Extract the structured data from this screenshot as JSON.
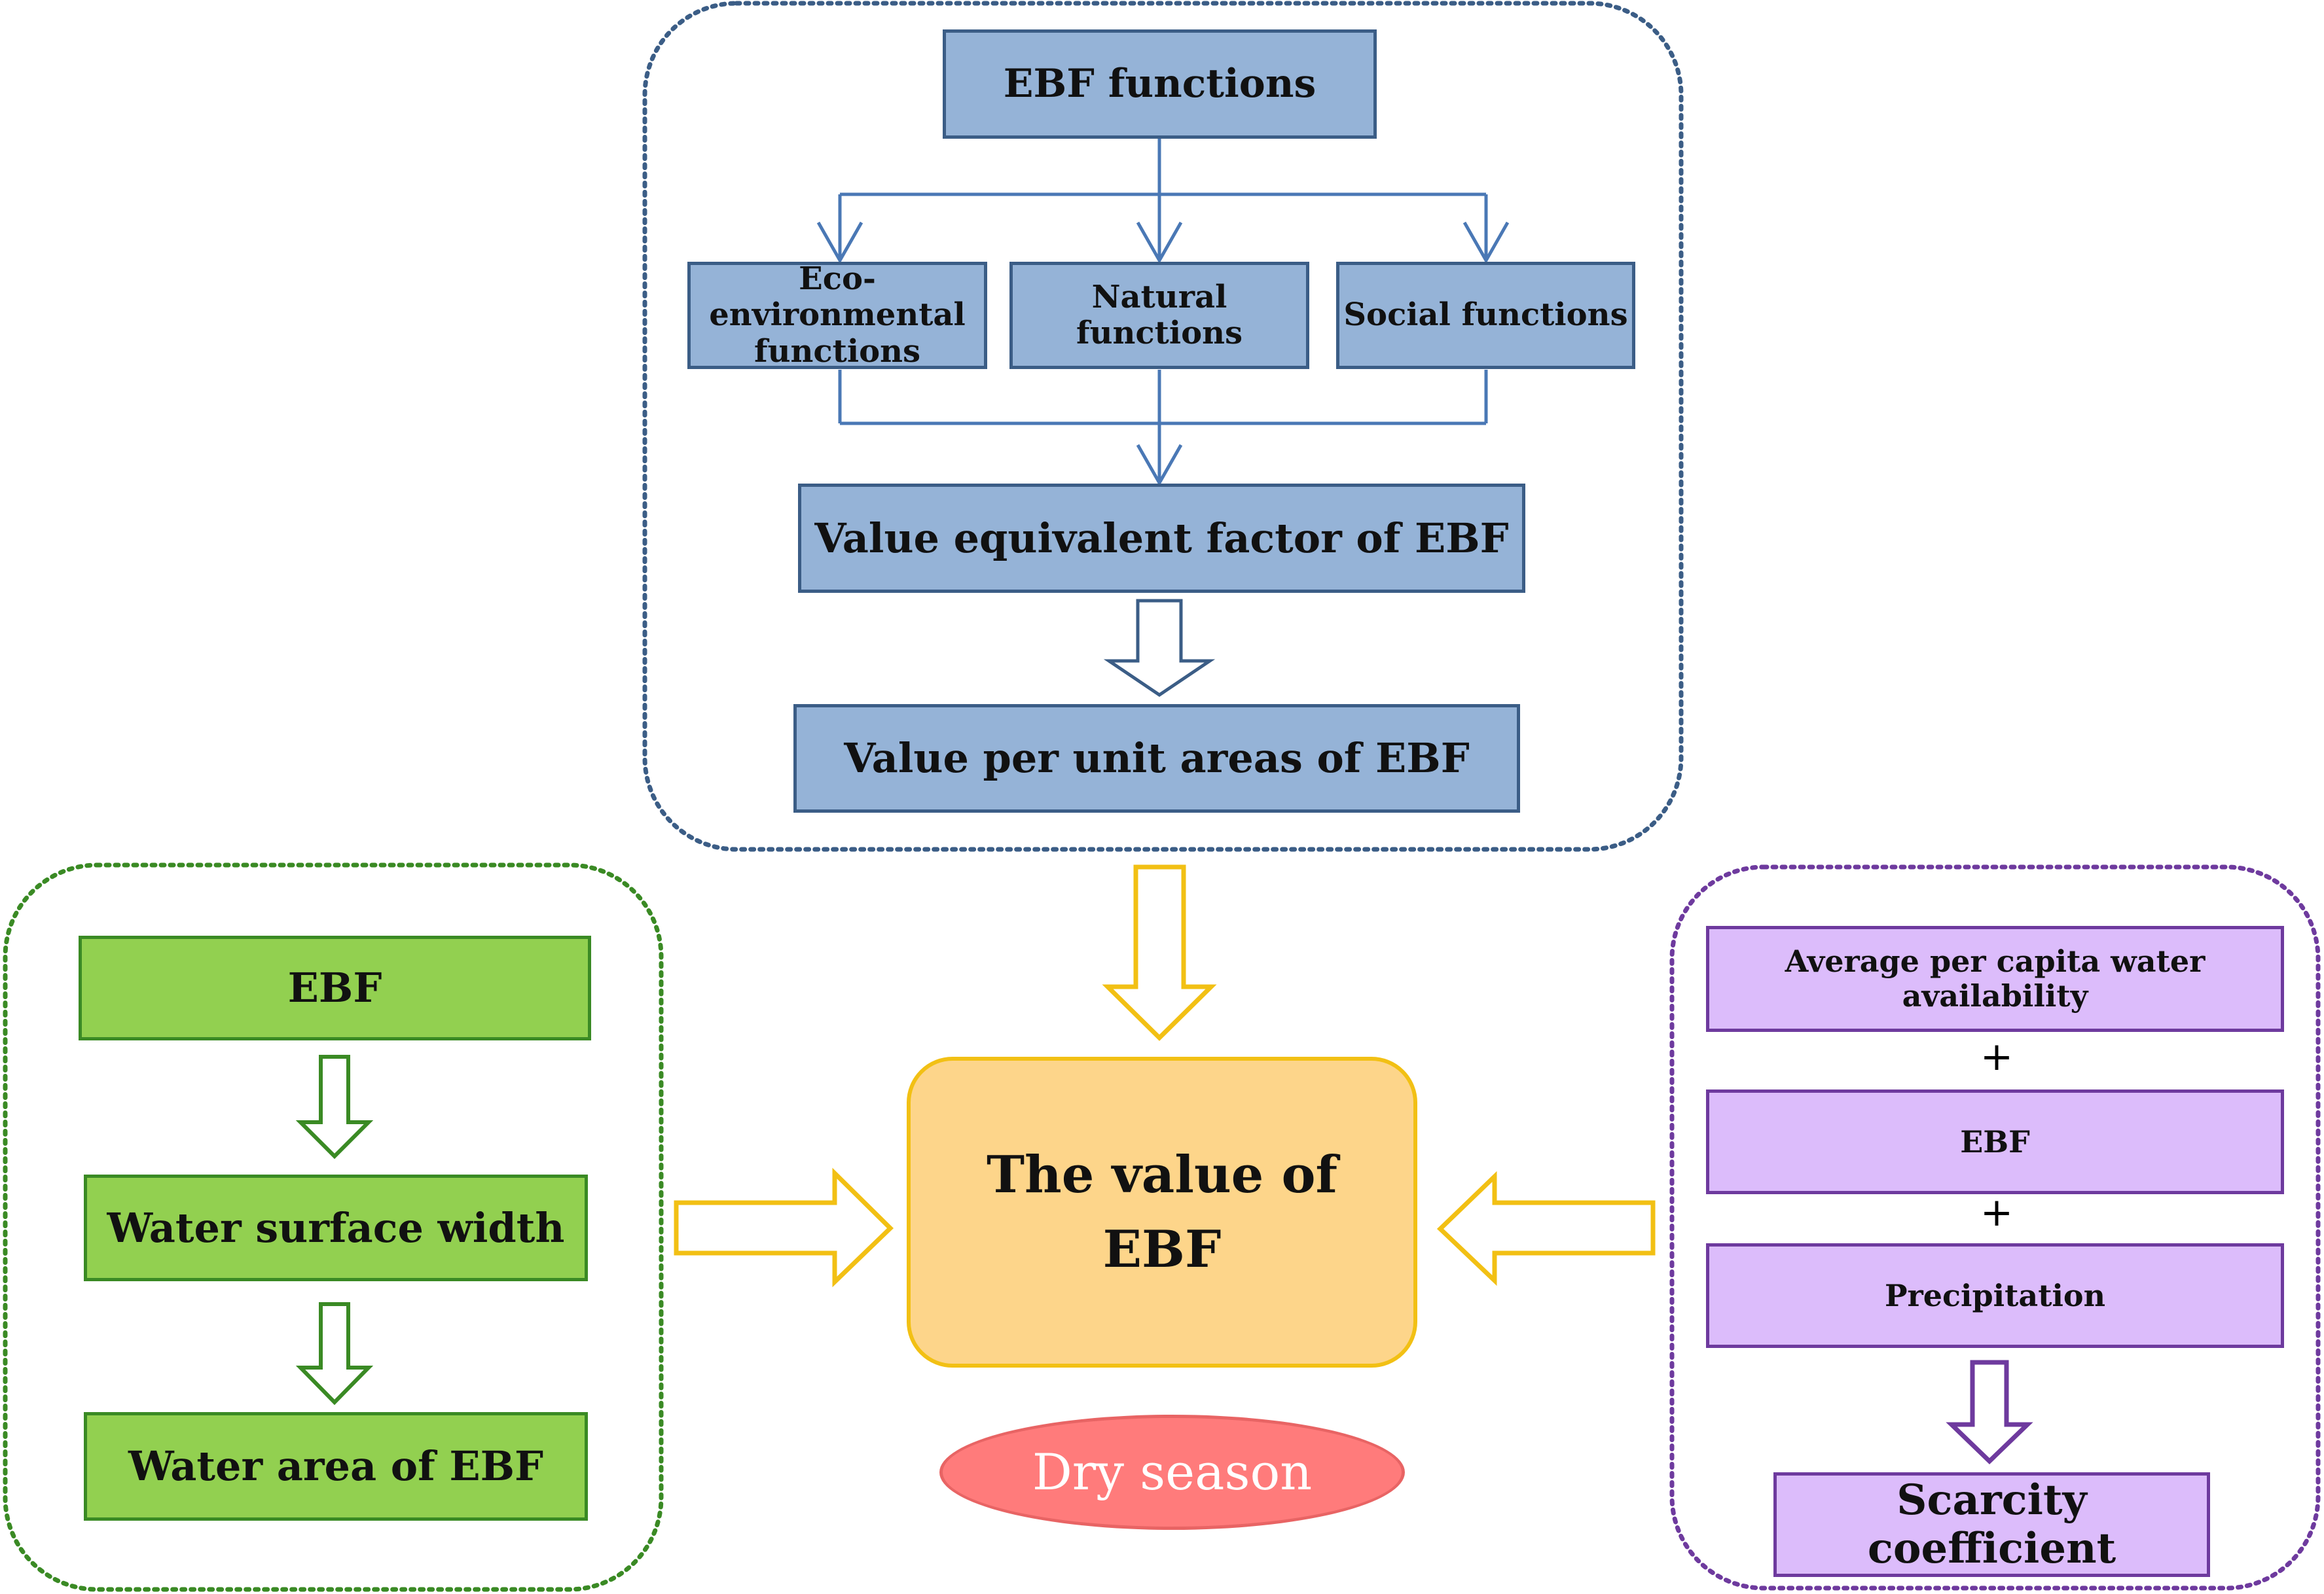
{
  "top_group": {
    "root": "EBF functions",
    "categories": [
      "Eco-environmental functions",
      "Natural functions",
      "Social functions"
    ],
    "factor": "Value equivalent factor of EBF",
    "unit_value": "Value per unit areas of EBF"
  },
  "left_group": {
    "steps": [
      "EBF",
      "Water surface width",
      "Water area of EBF"
    ]
  },
  "right_group": {
    "inputs": [
      "Average per capita water availability",
      "EBF",
      "Precipitation"
    ],
    "operator": "+",
    "result": "Scarcity coefficient"
  },
  "center": {
    "title": "The value of EBF",
    "season": "Dry season"
  },
  "colors": {
    "top_border": "#3b5d86",
    "left_border": "#3a8a24",
    "right_border": "#6e3a9e",
    "center_fill": "#fdd58a",
    "center_border": "#f2c014",
    "season_fill": "#ff7b7b"
  }
}
